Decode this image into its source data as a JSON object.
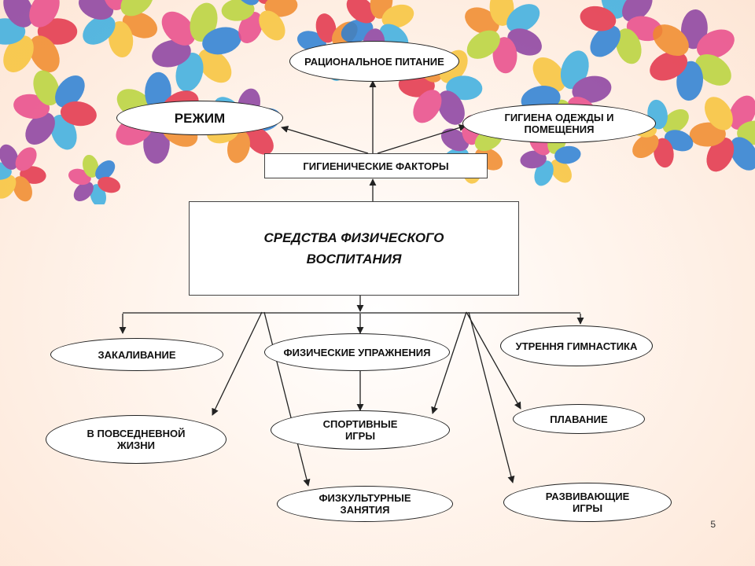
{
  "diagram": {
    "center": "СРЕДСТВА ФИЗИЧЕСКОГО ВОСПИТАНИЯ",
    "factors": "ГИГИЕНИЧЕСКИЕ ФАКТОРЫ",
    "hygiene_children": {
      "nutrition": "РАЦИОНАЛЬНОЕ ПИТАНИЕ",
      "regime": "РЕЖИМ",
      "clothing": "ГИГИЕНА ОДЕЖДЫ И ПОМЕЩЕНИЯ"
    },
    "means": {
      "hardening": "ЗАКАЛИВАНИЕ",
      "exercises": "ФИЗИЧЕСКИЕ УПРАЖНЕНИЯ",
      "morning_gym": "УТРЕННЯ ГИМНАСТИКА",
      "daily_life": "В ПОВСЕДНЕВНОЙ ЖИЗНИ",
      "sport_games": "СПОРТИВНЫЕ ИГРЫ",
      "swimming": "ПЛАВАНИЕ",
      "pe_classes": "ФИЗКУЛЬТУРНЫЕ ЗАНЯТИЯ",
      "dev_games": "РАЗВИВАЮЩИЕ ИГРЫ"
    }
  },
  "footer": {
    "page_number": "5"
  },
  "colors": {
    "line": "#222222",
    "petals": [
      "#e2334a",
      "#f08a2a",
      "#f7c43a",
      "#3aaee0",
      "#8a3fa0",
      "#e84a8a",
      "#b8d43a",
      "#2a7fd4"
    ]
  }
}
